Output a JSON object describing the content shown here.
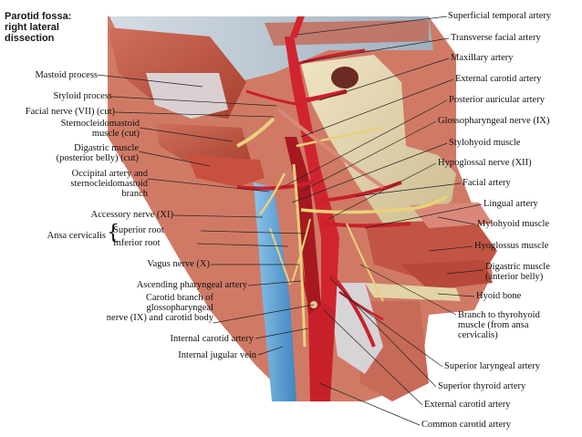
{
  "title": {
    "line1": "Parotid fossa:",
    "line2": "right lateral",
    "line3": "dissection"
  },
  "left_labels": {
    "mastoid": "Mastoid process",
    "styloid": "Styloid process",
    "facial_nerve": "Facial nerve (VII) (cut)",
    "scm_1": "Sternocleidomastoid",
    "scm_2": "muscle (cut)",
    "digastric_1": "Digastric muscle",
    "digastric_2": "(posterior belly) (cut)",
    "occipital_1": "Occipital artery and",
    "occipital_2": "sternocleidomastoid",
    "occipital_3": "branch",
    "accessory": "Accessory nerve (XI)",
    "ansa": "Ansa cervicalis",
    "superior_root": "Superior root",
    "inferior_root": "Inferior root",
    "vagus": "Vagus nerve (X)",
    "ascending_pharyngeal": "Ascending pharyngeal artery",
    "carotid_branch_1": "Carotid branch of",
    "carotid_branch_2": "glossopharyngeal",
    "carotid_branch_3": "nerve (IX) and carotid body",
    "internal_carotid": "Internal carotid artery",
    "internal_jugular": "Internal jugular vein"
  },
  "right_labels": {
    "superficial_temporal": "Superficial temporal artery",
    "transverse_facial": "Transverse facial artery",
    "maxillary": "Maxillary artery",
    "external_carotid_top": "External carotid artery",
    "posterior_auricular": "Posterior auricular artery",
    "glossopharyngeal": "Glossopharyngeal nerve (IX)",
    "stylohyoid": "Stylohyoid muscle",
    "hypoglossal": "Hypoglossal nerve (XII)",
    "facial_artery": "Facial artery",
    "lingual": "Lingual artery",
    "mylohyoid": "Mylohyoid muscle",
    "hyoglossus": "Hyoglossus muscle",
    "digastric_ant_1": "Digastric muscle",
    "digastric_ant_2": "(anterior belly)",
    "hyoid": "Hyoid bone",
    "thyrohyoid_1": "Branch to thyrohyoid",
    "thyrohyoid_2": "muscle (from ansa",
    "thyrohyoid_3": "cervicalis)",
    "superior_laryngeal": "Superior laryngeal artery",
    "superior_thyroid": "Superior thyroid artery",
    "external_carotid_bottom": "External carotid artery",
    "common_carotid": "Common carotid artery"
  },
  "colors": {
    "artery": "#c8202a",
    "artery_dark": "#8e1218",
    "vein": "#5aa7d8",
    "nerve": "#e8d27a",
    "muscle": "#c45a4a",
    "muscle_light": "#d98878",
    "fascia": "#b8c4d0",
    "bone": "#e8dcb8",
    "leader": "#222222"
  }
}
